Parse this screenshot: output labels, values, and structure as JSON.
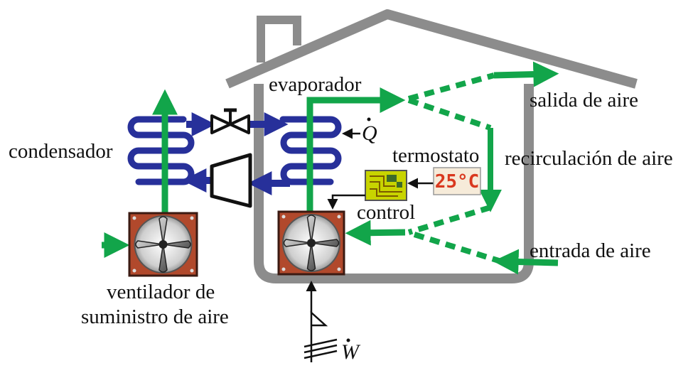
{
  "labels": {
    "evaporator": "evaporador",
    "air_outlet": "salida de aire",
    "condenser": "condensador",
    "thermostat": "termostato",
    "recirculation": "recirculación de aire",
    "control": "control",
    "air_inlet": "entrada de aire",
    "fan_caption_line1": "ventilador de",
    "fan_caption_line2": "suministro de aire",
    "heat_symbol": "Q",
    "work_symbol": "W"
  },
  "thermostat_display": "25°C",
  "colors": {
    "house": "#8c8c8c",
    "air_flow": "#12a54a",
    "refrigerant": "#27309a",
    "fan_frame": "#b1492c",
    "control_board": "#c8d400",
    "display_text": "#d9381e"
  },
  "icons": {
    "house": "house-outline-icon",
    "valve": "expansion-valve-icon",
    "compressor": "compressor-icon",
    "fan": "fan-icon",
    "control": "circuit-board-icon",
    "thermostat": "digital-thermostat-icon",
    "power": "power-input-icon"
  }
}
